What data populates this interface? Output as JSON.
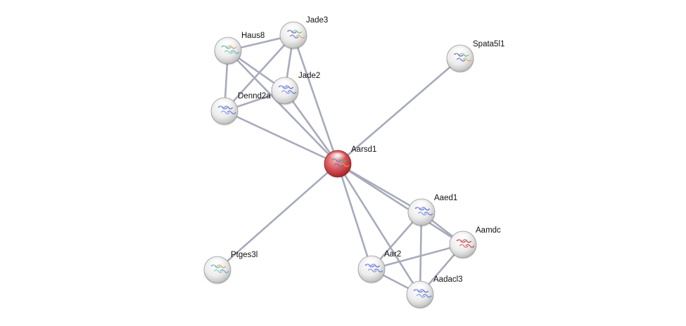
{
  "network": {
    "center_color": "#c7353a",
    "node_color": "#e9e9e9",
    "edge_color": "#a7abbb",
    "nodes": [
      {
        "id": "Aarsd1",
        "label": "Aarsd1",
        "query": true,
        "structure": "mixed-ribbon"
      },
      {
        "id": "Jade3",
        "label": "Jade3",
        "query": false,
        "structure": "mixed-ribbon"
      },
      {
        "id": "Haus8",
        "label": "Haus8",
        "query": false,
        "structure": "helix-ribbon"
      },
      {
        "id": "Jade2",
        "label": "Jade2",
        "query": false,
        "structure": "blue-ribbon"
      },
      {
        "id": "Dennd2a",
        "label": "Dennd2a",
        "query": false,
        "structure": "blue-ribbon"
      },
      {
        "id": "Spata5l1",
        "label": "Spata5l1",
        "query": false,
        "structure": "mixed-ribbon"
      },
      {
        "id": "Aaed1",
        "label": "Aaed1",
        "query": false,
        "structure": "blue-ribbon"
      },
      {
        "id": "Aamdc",
        "label": "Aamdc",
        "query": false,
        "structure": "red-ribbon"
      },
      {
        "id": "Aar2",
        "label": "Aar2",
        "query": false,
        "structure": "blue-ribbon"
      },
      {
        "id": "Aadacl3",
        "label": "Aadacl3",
        "query": false,
        "structure": "blue-ribbon"
      },
      {
        "id": "Ptges3l",
        "label": "Ptges3l",
        "query": false,
        "structure": "helix-ribbon"
      }
    ],
    "edges": [
      [
        "Haus8",
        "Jade3"
      ],
      [
        "Haus8",
        "Jade2"
      ],
      [
        "Haus8",
        "Dennd2a"
      ],
      [
        "Haus8",
        "Aarsd1"
      ],
      [
        "Jade3",
        "Jade2"
      ],
      [
        "Jade3",
        "Dennd2a"
      ],
      [
        "Jade3",
        "Aarsd1"
      ],
      [
        "Jade2",
        "Dennd2a"
      ],
      [
        "Jade2",
        "Aarsd1"
      ],
      [
        "Dennd2a",
        "Aarsd1"
      ],
      [
        "Spata5l1",
        "Aarsd1"
      ],
      [
        "Aarsd1",
        "Ptges3l"
      ],
      [
        "Aarsd1",
        "Aaed1"
      ],
      [
        "Aarsd1",
        "Aamdc"
      ],
      [
        "Aarsd1",
        "Aar2"
      ],
      [
        "Aarsd1",
        "Aadacl3"
      ],
      [
        "Aaed1",
        "Aamdc"
      ],
      [
        "Aaed1",
        "Aar2"
      ],
      [
        "Aaed1",
        "Aadacl3"
      ],
      [
        "Aamdc",
        "Aar2"
      ],
      [
        "Aamdc",
        "Aadacl3"
      ],
      [
        "Aar2",
        "Aadacl3"
      ]
    ]
  }
}
